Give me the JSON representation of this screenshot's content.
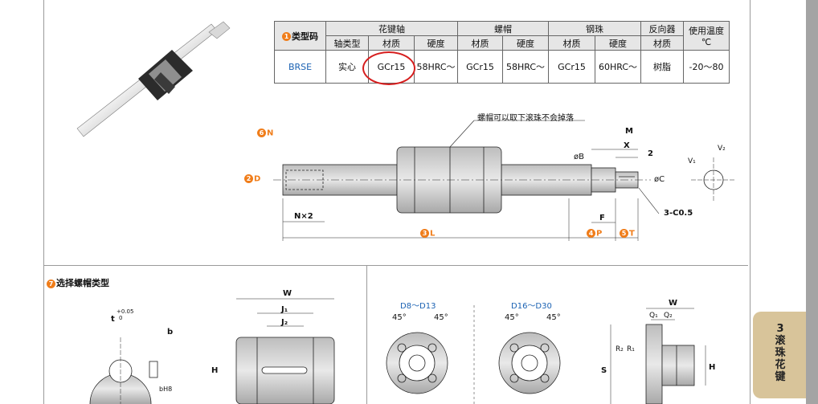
{
  "table": {
    "type_code_header": "类型码",
    "type_code_badge": "1",
    "group_headers": [
      "花键轴",
      "螺帽",
      "钢珠",
      "反向器"
    ],
    "temp_header_line1": "使用温度",
    "temp_header_line2": "℃",
    "sub_headers": [
      "轴类型",
      "材质",
      "硬度",
      "材质",
      "硬度",
      "材质",
      "硬度",
      "材质"
    ],
    "row": [
      "BRSE",
      "实心",
      "GCr15",
      "58HRC～",
      "GCr15",
      "58HRC～",
      "GCr15",
      "60HRC～",
      "树脂",
      "-20～80"
    ]
  },
  "drawing": {
    "note_nut": "螺帽可以取下滚珠不会掉落",
    "badge_n": "6",
    "label_n": "N",
    "badge_d": "2",
    "label_d": "D",
    "label_n2": "N×2",
    "badge_l": "3",
    "label_l": "L",
    "badge_p": "4",
    "label_p": "P",
    "badge_t": "5",
    "label_t": "T",
    "label_m": "M",
    "label_x": "X",
    "label_2": "2",
    "label_b": "øB",
    "label_c": "øC",
    "label_f": "F",
    "label_chamfer": "3-C0.5",
    "label_v1": "V₁",
    "label_v2": "V₂"
  },
  "nut_section": {
    "badge": "7",
    "title": "选择螺帽类型",
    "tol_top": "+0.05",
    "tol_bottom": "0",
    "label_t": "t",
    "label_b": "b",
    "label_bh8": "bH8",
    "label_w": "W",
    "label_j1": "J₁",
    "label_j2": "J₂",
    "label_h": "H",
    "range1": "D8～D13",
    "range2": "D16～D30",
    "angle": "45°",
    "label_w2": "W",
    "label_q1": "Q₁",
    "label_q2": "Q₂",
    "label_r2": "R₂",
    "label_r1": "R₁",
    "label_s": "S",
    "label_h2": "H"
  },
  "side_tab": {
    "number": "3",
    "chars": [
      "滚",
      "珠",
      "花",
      "键"
    ]
  },
  "colors": {
    "accent_orange": "#f07d1a",
    "type_code_blue": "#1b62b3",
    "highlight_red": "#d61e1e",
    "tab_bg": "#d8c49a"
  }
}
